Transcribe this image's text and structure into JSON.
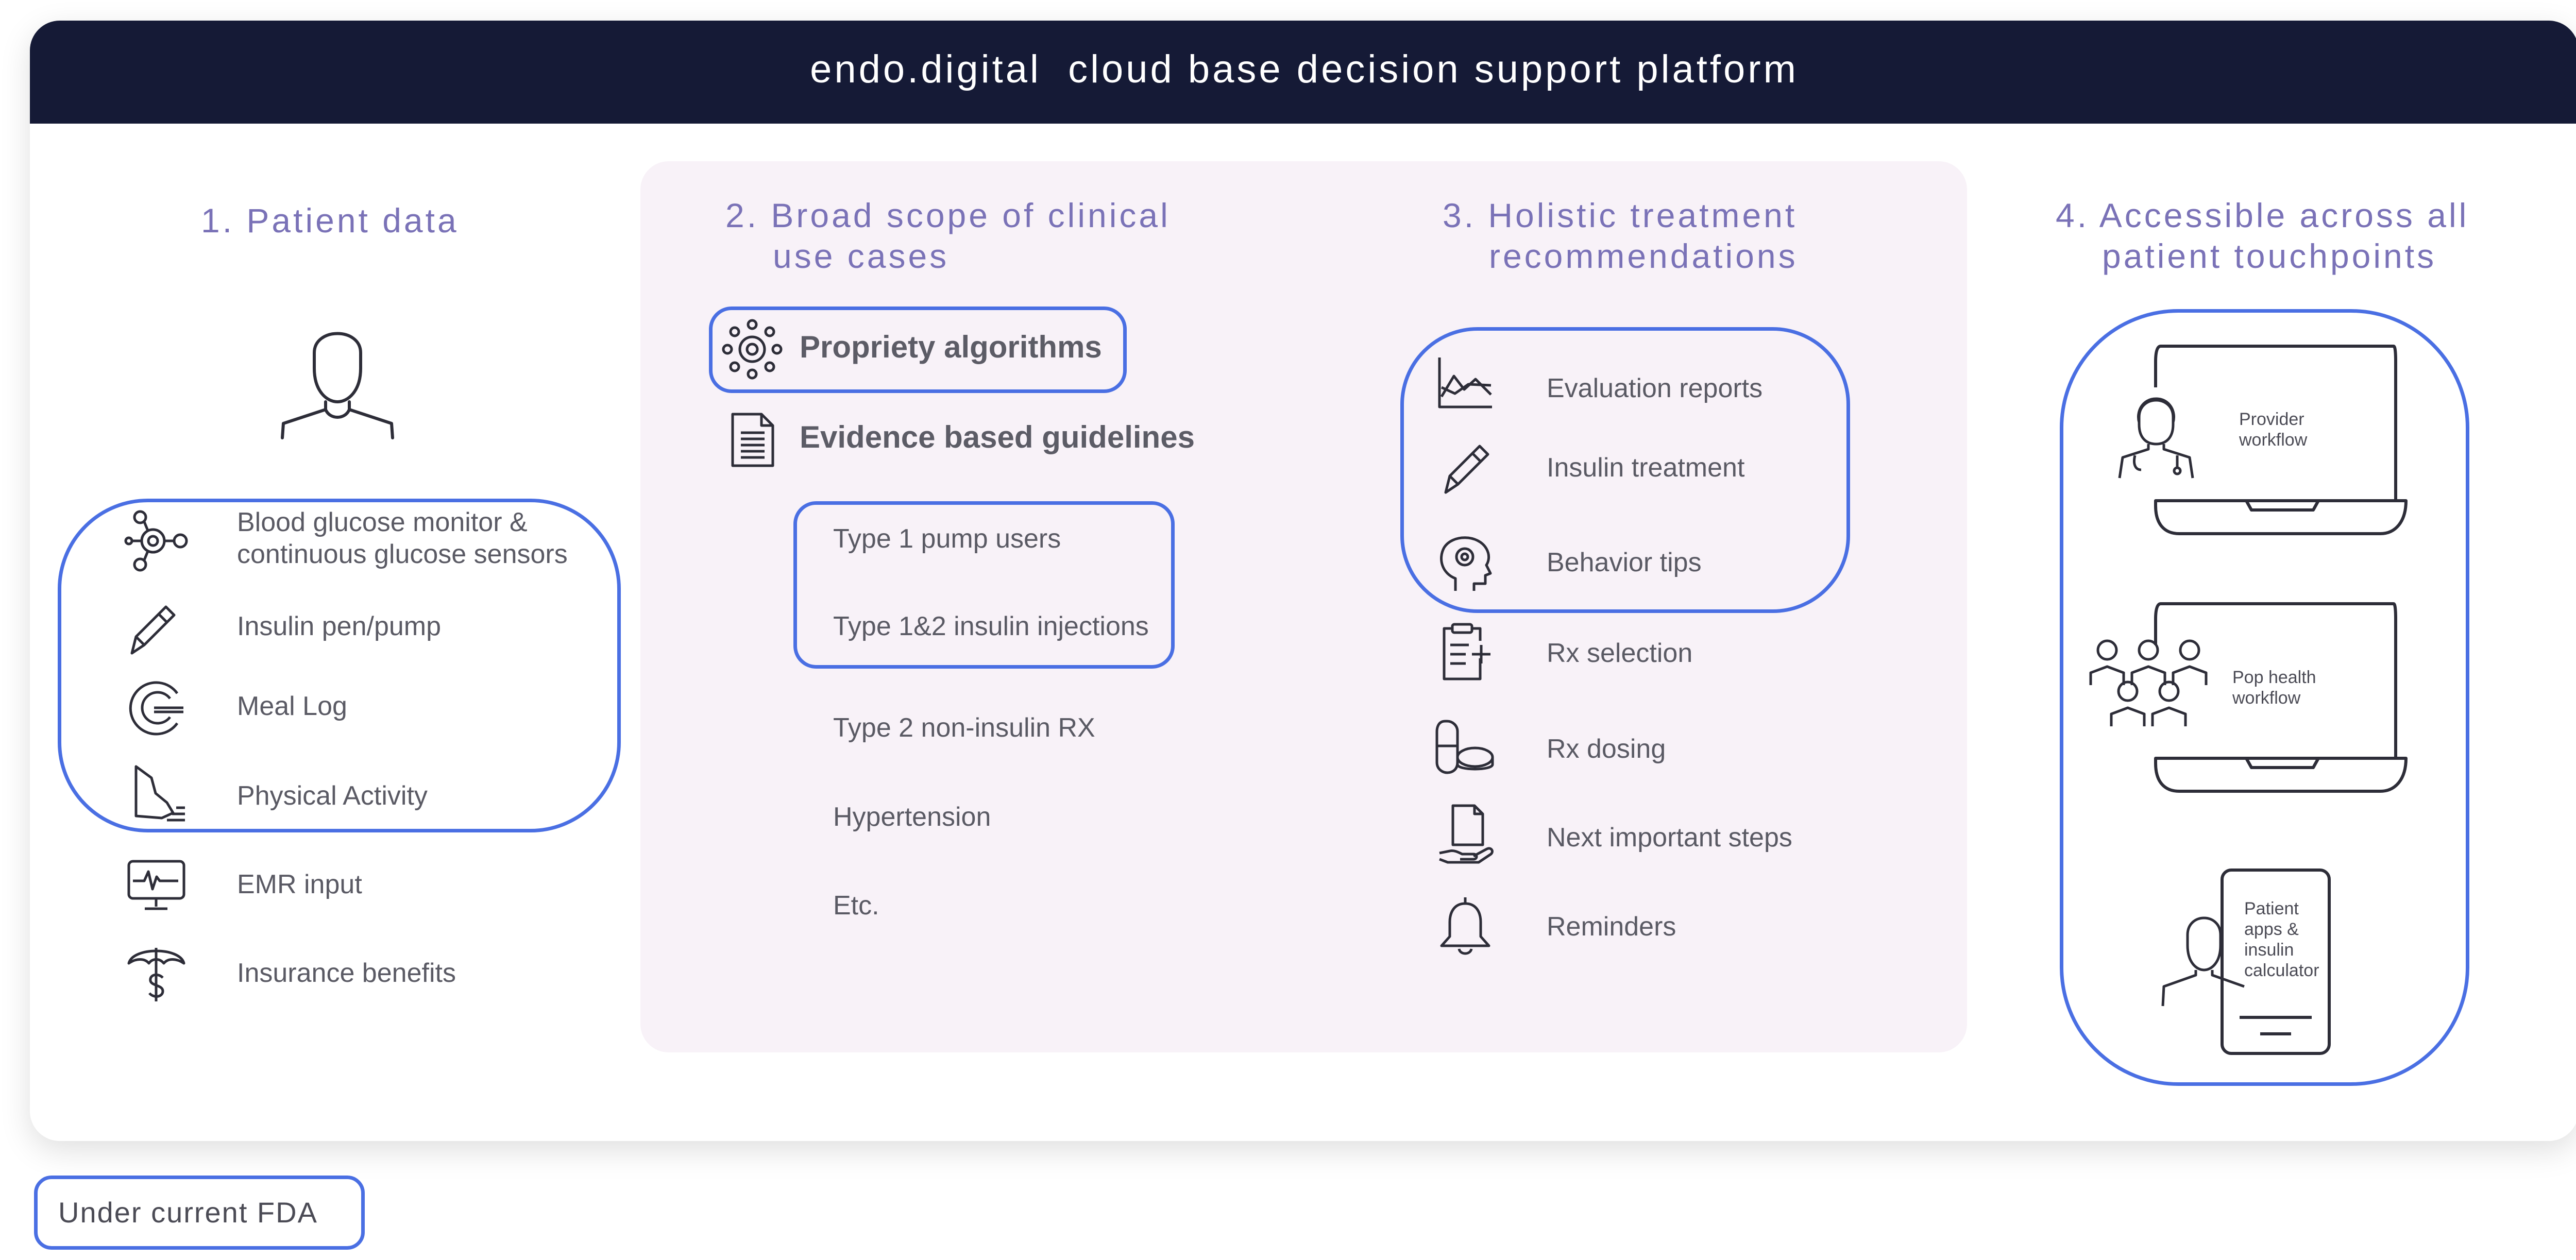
{
  "header": {
    "title": "endo.digital  cloud base decision support platform"
  },
  "columns": {
    "patient_data": {
      "title": "1. Patient data",
      "items": [
        {
          "label_line1": "Blood glucose monitor &",
          "label_line2": "continuous glucose sensors",
          "icon": "glucose-sensor-icon"
        },
        {
          "label": "Insulin pen/pump",
          "icon": "insulin-pen-icon"
        },
        {
          "label": "Meal Log",
          "icon": "meal-plate-icon"
        },
        {
          "label": "Physical Activity",
          "icon": "running-shoe-icon"
        },
        {
          "label": "EMR input",
          "icon": "monitor-ecg-icon"
        },
        {
          "label": "Insurance benefits",
          "icon": "umbrella-dollar-icon"
        }
      ]
    },
    "clinical_use_cases": {
      "title_line1": "2. Broad scope of clinical",
      "title_line2": "use cases",
      "propriety": "Propriety algorithms",
      "guidelines": "Evidence based guidelines",
      "items": [
        "Type 1 pump users",
        "Type 1&2 insulin injections",
        "Type 2 non-insulin RX",
        "Hypertension",
        "Etc."
      ]
    },
    "treatment": {
      "title_line1": "3. Holistic treatment",
      "title_line2": "recommendations",
      "items": [
        {
          "label": "Evaluation reports",
          "icon": "line-chart-icon"
        },
        {
          "label": "Insulin treatment",
          "icon": "insulin-pen-icon"
        },
        {
          "label": "Behavior tips",
          "icon": "head-gear-icon"
        },
        {
          "label": "Rx selection",
          "icon": "clipboard-plus-icon"
        },
        {
          "label": "Rx dosing",
          "icon": "pills-icon"
        },
        {
          "label": "Next important steps",
          "icon": "document-hand-icon"
        },
        {
          "label": "Reminders",
          "icon": "bell-icon"
        }
      ]
    },
    "touchpoints": {
      "title_line1": "4. Accessible across all",
      "title_line2": "patient touchpoints",
      "provider_line1": "Provider",
      "provider_line2": "workflow",
      "pop_line1": "Pop health",
      "pop_line2": "workflow",
      "patient_lines": [
        "Patient",
        "apps &",
        "insulin",
        "calculator"
      ]
    }
  },
  "legend": {
    "label": "Under current FDA"
  },
  "colors": {
    "banner": "#151a36",
    "accent_blue": "#4a6fe3",
    "heading": "#7a72b7",
    "panel": "#f8f2f8"
  }
}
